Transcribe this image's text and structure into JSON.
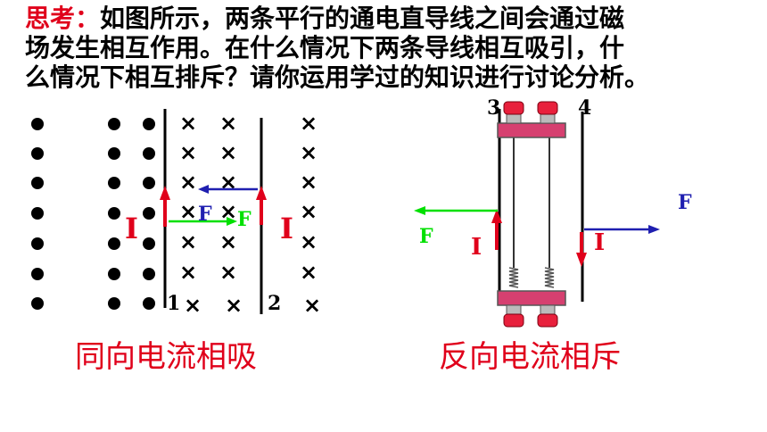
{
  "question": {
    "lead": "思考：",
    "line1": "如图所示，两条平行的通电直导线之间会通过磁",
    "line2": "场发生相互作用。在什么情况下两条导线相互吸引，什",
    "line3": "么情况下相互排斥？请你运用学过的知识进行讨论分析。"
  },
  "left_diagram": {
    "caption": "同向电流相吸",
    "wire1_number": "1",
    "wire2_number": "2",
    "current_label_left": "I",
    "current_label_right": "I",
    "force_label_on_wire1": "F",
    "force_label_on_wire2": "F",
    "dot_symbol": "●",
    "cross_symbol": "×"
  },
  "right_diagram": {
    "caption": "反向电流相斥",
    "wire3_number": "3",
    "wire4_number": "4",
    "current_label_left": "I",
    "current_label_right": "I",
    "force_label_left": "F",
    "force_label_right": "F"
  },
  "colors": {
    "lead_red": "#e0001b",
    "current_red": "#e0001b",
    "force_green": "#00e000",
    "force_blue": "#1f1fb0",
    "frame_pink": "#d64070",
    "knob_red": "#e8203c"
  }
}
